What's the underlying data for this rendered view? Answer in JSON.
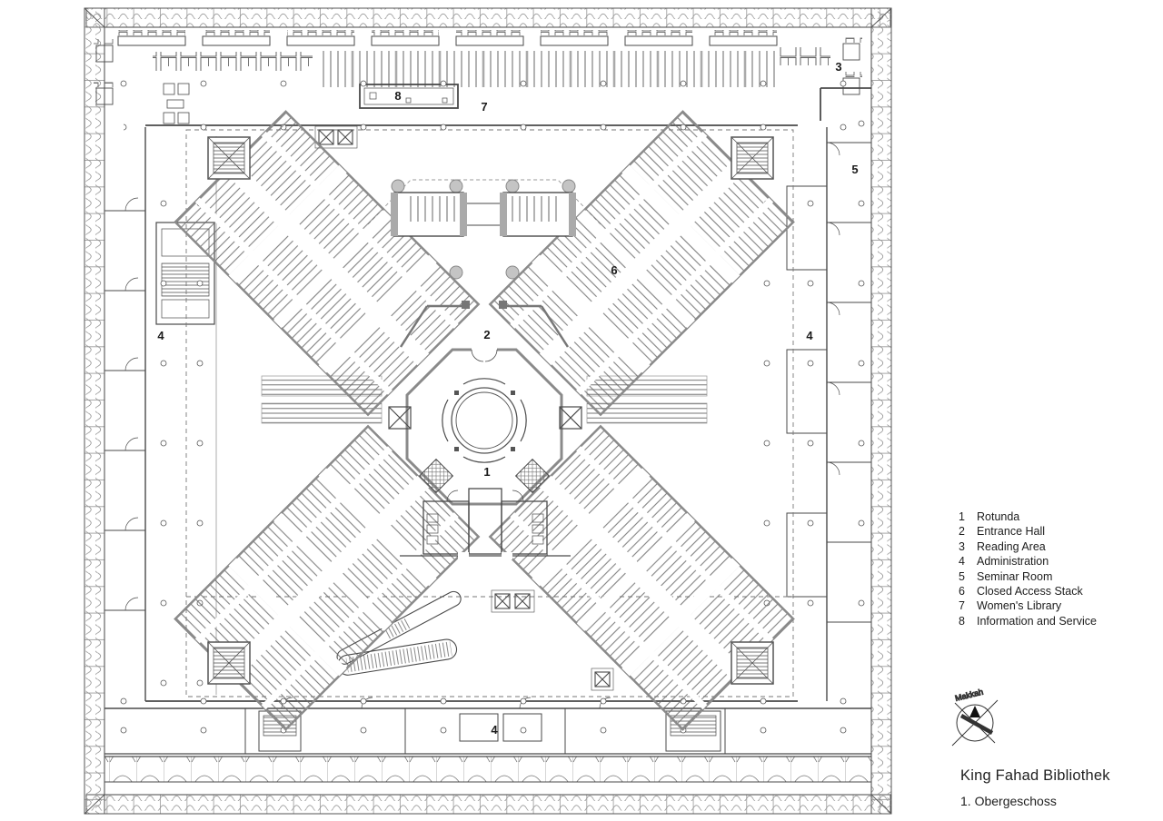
{
  "legend": {
    "items": [
      {
        "num": "1",
        "label": "Rotunda"
      },
      {
        "num": "2",
        "label": "Entrance Hall"
      },
      {
        "num": "3",
        "label": "Reading Area"
      },
      {
        "num": "4",
        "label": "Administration"
      },
      {
        "num": "5",
        "label": "Seminar Room"
      },
      {
        "num": "6",
        "label": "Closed Access Stack"
      },
      {
        "num": "7",
        "label": "Women's Library"
      },
      {
        "num": "8",
        "label": "Information and Service"
      }
    ]
  },
  "plan_labels": {
    "rotunda": "1",
    "entrance_hall": "2",
    "reading_area": "3",
    "administration_left": "4",
    "administration_right": "4",
    "administration_bottom": "4",
    "seminar_room": "5",
    "closed_access_stack": "6",
    "womens_library": "7",
    "information_and_service": "8"
  },
  "compass": {
    "label": "Makkah"
  },
  "title": {
    "project": "King Fahad Bibliothek",
    "floor": "1. Obergeschoss"
  },
  "colors": {
    "line": "#4a4a4a",
    "wall": "#8a8a8a",
    "light_fill": "#c4c4c4",
    "background": "#ffffff"
  }
}
